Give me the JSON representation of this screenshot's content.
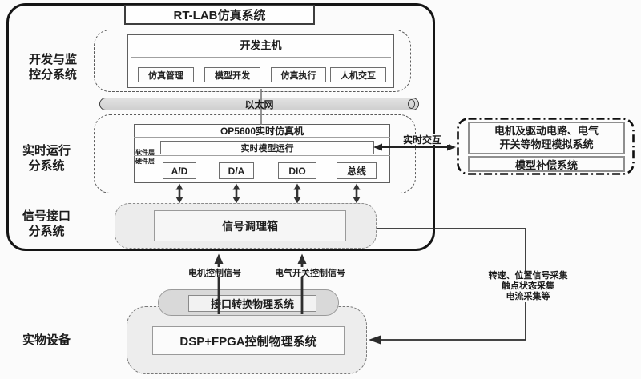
{
  "title": "RT-LAB仿真系统",
  "side_labels": {
    "dev": "开发与监\n控分系统",
    "realtime": "实时运行\n分系统",
    "signal": "信号接口\n分系统",
    "device": "实物设备"
  },
  "dev_subsystem": {
    "host_title": "开发主机",
    "modules": [
      "仿真管理",
      "模型开发",
      "仿真执行",
      "人机交互"
    ]
  },
  "ethernet_label": "以太网",
  "rt_subsystem": {
    "machine_title": "OP5600实时仿真机",
    "model_run": "实时模型运行",
    "software_layer": "软件层",
    "hardware_layer": "硬件层",
    "hw_modules": [
      "A/D",
      "D/A",
      "DIO",
      "总线"
    ]
  },
  "interaction_label": "实时交互",
  "physical_sim": {
    "main_box": "电机及驱动电路、电气\n开关等物理模拟系统",
    "compensation_box": "模型补偿系统"
  },
  "signal_subsystem": {
    "conditioning_box": "信号调理箱"
  },
  "control_signal_labels": {
    "motor": "电机控制信号",
    "switch": "电气开关控制信号"
  },
  "collect_label": "转速、位置信号采集\n触点状态采集\n电流采集等",
  "interface_pill": "接口转换物理系统",
  "dsp_box": "DSP+FPGA控制物理系统",
  "colors": {
    "frame": "#151515",
    "grey_fill": "#ececec",
    "pill_fill": "#d9d9d9",
    "arrow": "#333333",
    "text": "#1d1d1d"
  }
}
